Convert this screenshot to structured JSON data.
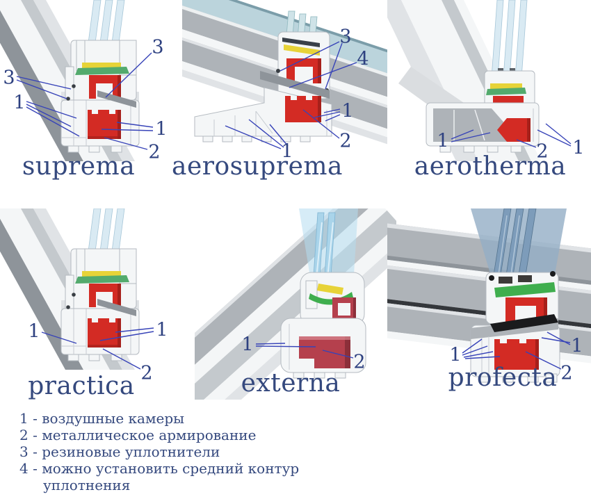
{
  "colors": {
    "page-bg": "#ffffff",
    "title-text": "#35497e",
    "callout-text": "#2e4180",
    "leader-line": "#3743b8",
    "legend-text": "#35497e",
    "pvc-white": "#f4f6f7",
    "pvc-light": "#e0e3e6",
    "pvc-mid": "#c4c9cd",
    "pvc-gray": "#aeb3b8",
    "pvc-dim": "#8e949a",
    "pvc-dark": "#74797f",
    "steel-red": "#d32b24",
    "steel-red-dark": "#9f1e19",
    "steel-crimson": "#b5404d",
    "steel-crimson-dark": "#8c2f3a",
    "packer-yellow": "#e7d338",
    "packer-green": "#53aa6d",
    "packer-green-bright": "#3fae4e",
    "glass-pale": "#d9eaf3",
    "glass-pale-edge": "#a6c6d8",
    "glass-sky": "#a9d4ea",
    "glass-sky-edge": "#7fb4d2",
    "glass-steel": "#7d9cba",
    "glass-steel-edge": "#55748f",
    "glass-teal": "#cfe3e8",
    "seal-black": "#1a1b1d",
    "spacer-gray": "#5d6268",
    "outline-gray": "#b4bac0"
  },
  "panels": [
    {
      "title": "suprema",
      "callouts": [
        {
          "label": "3"
        },
        {
          "label": "3"
        },
        {
          "label": "1"
        },
        {
          "label": "1"
        },
        {
          "label": "2"
        }
      ]
    },
    {
      "title": "aerosuprema",
      "callouts": [
        {
          "label": "3"
        },
        {
          "label": "4"
        },
        {
          "label": "1"
        },
        {
          "label": "2"
        },
        {
          "label": "1"
        }
      ]
    },
    {
      "title": "aerotherma",
      "callouts": [
        {
          "label": "1"
        },
        {
          "label": "2"
        },
        {
          "label": "1"
        }
      ]
    },
    {
      "title": "practica",
      "callouts": [
        {
          "label": "1"
        },
        {
          "label": "1"
        },
        {
          "label": "2"
        }
      ]
    },
    {
      "title": "externa",
      "callouts": [
        {
          "label": "1"
        },
        {
          "label": "2"
        }
      ]
    },
    {
      "title": "profecta",
      "callouts": [
        {
          "label": "1"
        },
        {
          "label": "1"
        },
        {
          "label": "2"
        }
      ]
    }
  ],
  "legend": {
    "items": [
      {
        "label": "1 - воздушные камеры"
      },
      {
        "label": "2 - металлическое армирование"
      },
      {
        "label": "3 - резиновые уплотнители"
      },
      {
        "label": "4 - можно установить средний контур уплотнения"
      }
    ]
  }
}
